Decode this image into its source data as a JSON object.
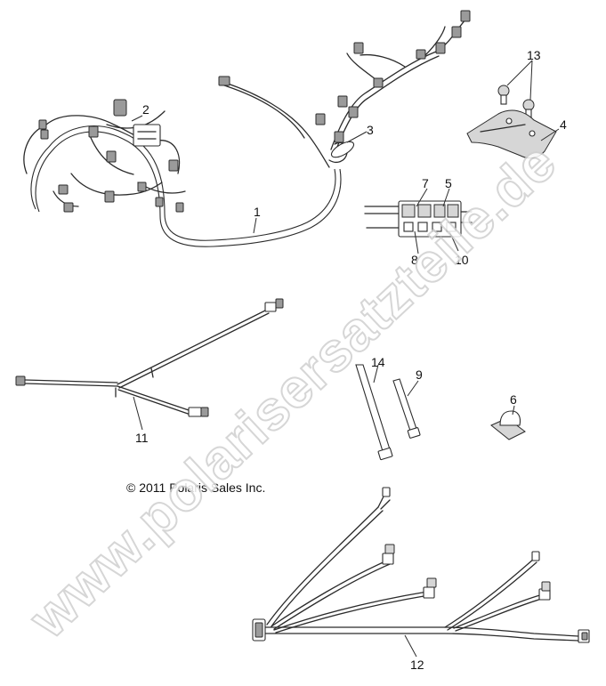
{
  "diagram": {
    "copyright": "© 2011 Polaris Sales Inc.",
    "watermark": "www.polarisersatzteile.de",
    "callouts": {
      "c1": "1",
      "c2": "2",
      "c3": "3",
      "c4": "4",
      "c5": "5",
      "c6": "6",
      "c7": "7",
      "c8": "8",
      "c9": "9",
      "c10": "10",
      "c11": "11",
      "c12": "12",
      "c13": "13",
      "c14": "14"
    }
  }
}
